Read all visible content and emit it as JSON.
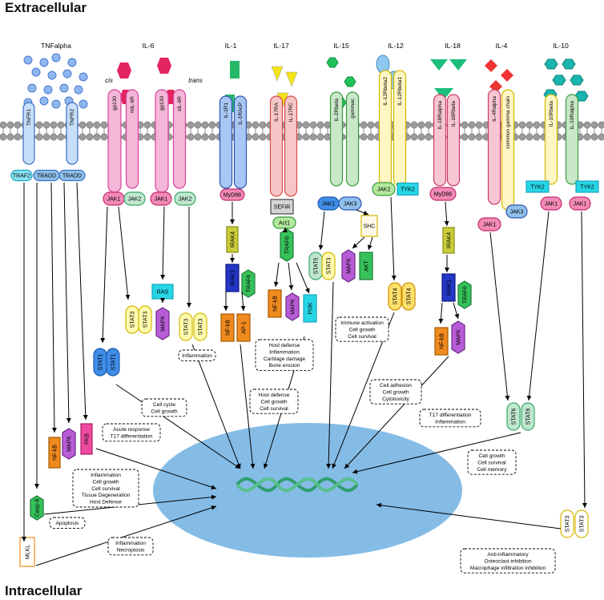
{
  "zones": {
    "top": "Extracellular",
    "bottom": "Intracellular"
  },
  "cytokines": [
    "TNFalpha",
    "IL-6",
    "IL-1",
    "IL-17",
    "IL-15",
    "IL-12",
    "IL-18",
    "IL-4",
    "IL-10"
  ],
  "il6_modes": {
    "left": "cis",
    "right": "trans"
  },
  "receptors": {
    "tnf": [
      "TNFR1",
      "TNFR2"
    ],
    "il6": [
      "gp130",
      "mIL-6R",
      "gp130",
      "sIL-6R"
    ],
    "il1": [
      "IL-1R1",
      "IL-1RAcP"
    ],
    "il17": [
      "IL-17RA",
      "IL-17RC"
    ],
    "il15": [
      "IL-2Rbeta",
      "gammac"
    ],
    "il12": [
      "IL-12Rbeta2",
      "IL-12Rbeta1"
    ],
    "il18": [
      "IL-18Ralpha",
      "IL-18Rbeta"
    ],
    "il4": [
      "IL-4Ralpha",
      "common gamma chain"
    ],
    "il10": [
      "IL-10Rbeta",
      "IL-10Ralpha"
    ]
  },
  "adaptors": {
    "tnf": [
      "TRAF2",
      "TRADD",
      "TRADD"
    ],
    "il6": [
      "JAK1",
      "JAK2",
      "JAK1",
      "JAK2"
    ],
    "il1": [
      "MyD88"
    ],
    "il17": [
      "SEFIR",
      "Act1"
    ],
    "il15": [
      "JAK1",
      "JAK3"
    ],
    "il12": [
      "JAK2",
      "TYK2"
    ],
    "il18": [
      "MyD88"
    ],
    "il4": [
      "JAK1",
      "JAK3"
    ],
    "il10": [
      "TYK2",
      "TYK2",
      "JAK1",
      "JAK1"
    ]
  },
  "signals": {
    "tnf": [
      "NF-kB",
      "MAPK",
      "PKB",
      "Casp-8",
      "MLKL"
    ],
    "il6": [
      "RAS",
      "MAPK",
      "STAT3",
      "STAT3",
      "STAT1",
      "STAT1",
      "STAT3",
      "STAT3"
    ],
    "il1": [
      "IRAK4",
      "IRAK1",
      "TRAF6",
      "NF-kB",
      "AP-1"
    ],
    "il17": [
      "TRAF6",
      "NF-kB",
      "MAPK",
      "PI3K"
    ],
    "il15": [
      "SHC",
      "STAT5",
      "STAT3",
      "MAPK",
      "AKT"
    ],
    "il12": [
      "STAT4",
      "STAT4"
    ],
    "il18": [
      "IRAK4",
      "IRAK1",
      "TRAF6",
      "NF-kB",
      "MAPK"
    ],
    "il4": [
      "STAT6",
      "STAT6"
    ],
    "il10": [
      "STAT3",
      "STAT3"
    ]
  },
  "outcomes": {
    "il6_stat3": "Inflammation",
    "il6_cell": [
      "Cell cycle",
      "Cell growth"
    ],
    "il6_acute": [
      "Acute response",
      "T17 differentiation"
    ],
    "il1": [
      "Host defense",
      "Inflammation",
      "Cartilage damage",
      "Bone erosion"
    ],
    "il17": [
      "Host defense",
      "Cell growth",
      "Cell survival"
    ],
    "il15": [
      "Immune activation",
      "Cell growth",
      "Cell survival"
    ],
    "il12": [
      "Cell adhesion",
      "Cell growth",
      "Cytotoxicity"
    ],
    "il18": [
      "T17 differentiation",
      "Inflammation"
    ],
    "il4": [
      "Cell growth",
      "Cell survival",
      "Cell memory"
    ],
    "tnf_main": [
      "Inflammation",
      "Cell growth",
      "Cell survival",
      "Tissue Degeneration",
      "Host Defense"
    ],
    "tnf_apoptosis": "Apoptosis",
    "tnf_necro": [
      "Inflammation",
      "Necroptosis"
    ],
    "il10": [
      "Anti-inflammatory",
      "Osteoclast inhibition",
      "Macrophage infiltration inhibition"
    ]
  },
  "colors": {
    "membrane_head": "#9a9a9a",
    "nucleus": "#84bce6",
    "dna": "#2f9e6e",
    "tnf_ligand": "#5b8ee0",
    "il6_ligand": "#e4245f",
    "il1_ligand": "#27b86a",
    "il17_ligand": "#f4e415",
    "il15_ligand": "#1fc25a",
    "il12_ligand": "#8ec8f0",
    "il18_ligand": "#1bbf7c",
    "il4_ligand": "#ee3333",
    "il10_ligand": "#1ab5b0"
  }
}
